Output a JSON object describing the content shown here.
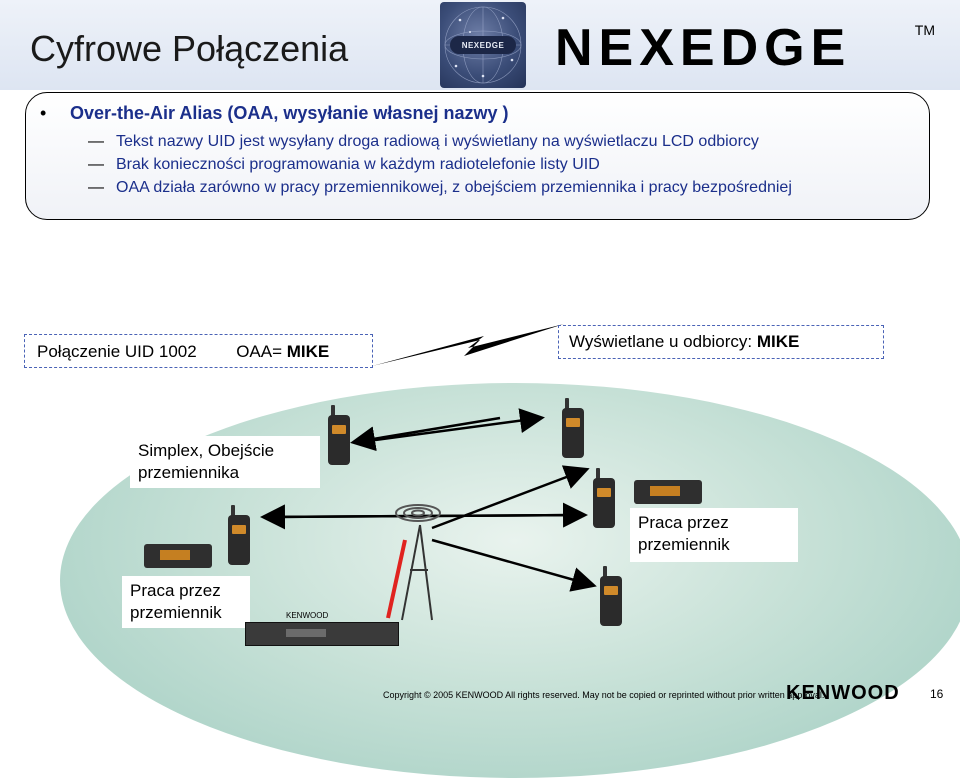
{
  "header": {
    "title": "Cyfrowe Połączenia",
    "badge_text": "NEXEDGE",
    "brand": "NEXEDGE",
    "trademark": "TM"
  },
  "info": {
    "bullet": "Over-the-Air Alias  (OAA, wysyłanie własnej nazwy )",
    "items": [
      "Tekst nazwy UID jest wysyłany droga radiową i wyświetlany na wyświetlaczu LCD odbiorcy",
      "Brak konieczności programowania w każdym radiotelefonie listy UID",
      "OAA działa zarówno w pracy przemiennikowej, z obejściem przemiennika i pracy bezpośredniej"
    ]
  },
  "transmit": {
    "connection": "Połączenie UID 1002",
    "oaa_label": "OAA=",
    "oaa_value": "MIKE"
  },
  "receive": {
    "label": "Wyświetlane u odbiorcy:",
    "value": "MIKE"
  },
  "diagram": {
    "simplex": "Simplex, Obejście przemiennika",
    "repeater_right": "Praca przez przemiennik",
    "repeater_left": "Praca przez przemiennik",
    "repeater_brand": "KENWOOD"
  },
  "footer": {
    "copyright": "Copyright © 2005 KENWOOD    All rights reserved. May not be copied or reprinted without prior written approval.",
    "brand": "KENWOOD",
    "page": "16"
  },
  "colors": {
    "accent_text": "#1b2f8b",
    "dashed_border": "#4a63b6",
    "link_red": "#e0231f"
  }
}
